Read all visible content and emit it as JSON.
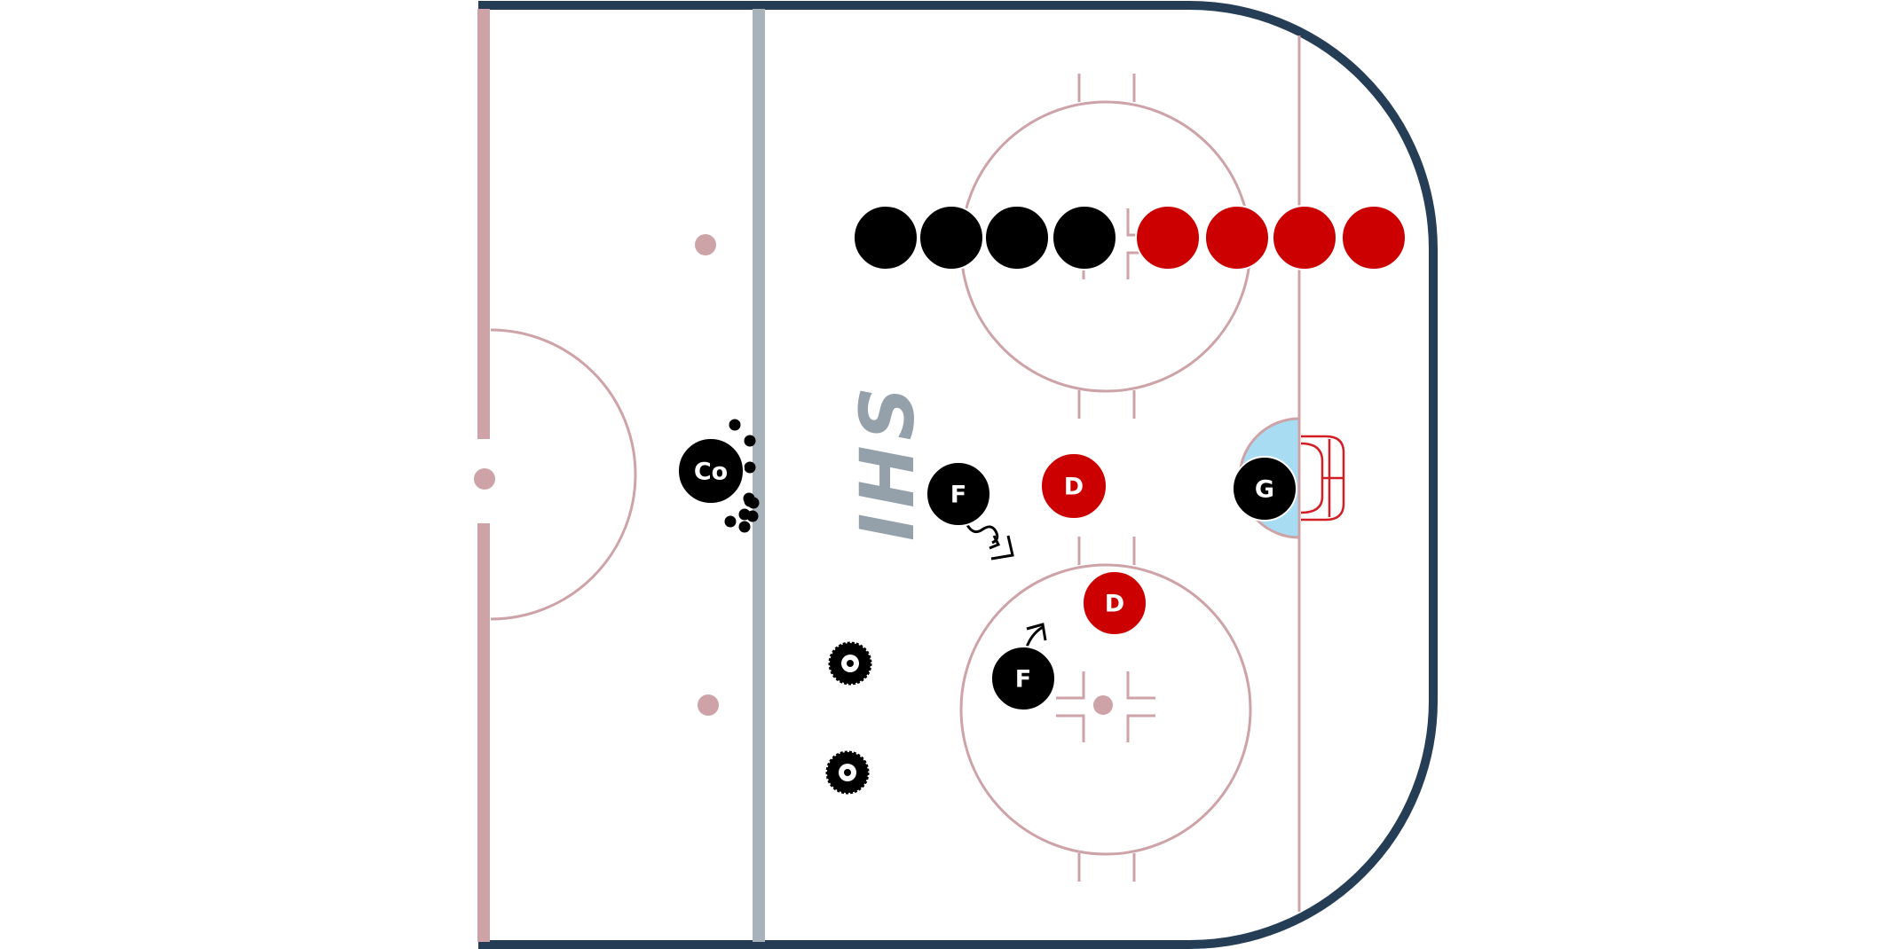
{
  "colors": {
    "boards": "#263e55",
    "red_line": "#cda3a8",
    "blue_line": "#a7b2bb",
    "crease": "#a8dcf3",
    "net": "#d21f26",
    "team_dark": "#000000",
    "team_red": "#cc0000",
    "logo": "#94a0aa",
    "token_text": "#ffffff"
  },
  "logo": {
    "text": "IHS"
  },
  "players": [
    {
      "label": "Co",
      "team": "dark"
    },
    {
      "label": "F",
      "team": "dark"
    },
    {
      "label": "D",
      "team": "red"
    },
    {
      "label": "G",
      "team": "dark"
    },
    {
      "label": "D",
      "team": "red"
    },
    {
      "label": "F",
      "team": "dark"
    }
  ],
  "queue_players": [
    {
      "team": "dark"
    },
    {
      "team": "dark"
    },
    {
      "team": "dark"
    },
    {
      "team": "dark"
    },
    {
      "team": "red"
    },
    {
      "team": "red"
    },
    {
      "team": "red"
    },
    {
      "team": "red"
    }
  ],
  "pucks_count": 10,
  "tire_markers": [
    {
      "icon": "tire-icon"
    },
    {
      "icon": "tire-icon"
    }
  ],
  "movements": [
    {
      "type": "skate-with-puck",
      "from_player": "F (top)"
    },
    {
      "type": "skate",
      "from_player": "F (bottom)"
    }
  ]
}
